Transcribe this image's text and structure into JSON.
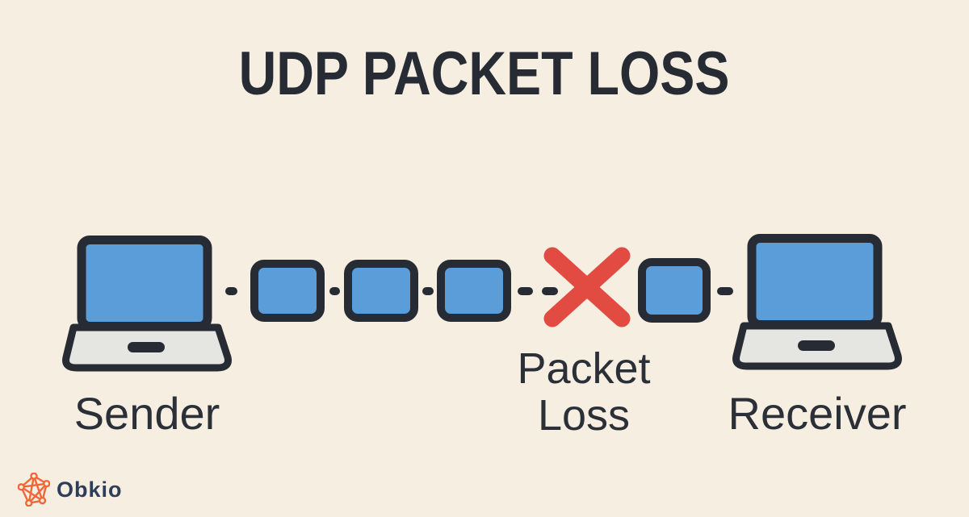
{
  "title": "UDP PACKET LOSS",
  "diagram": {
    "sender_label": "Sender",
    "receiver_label": "Receiver",
    "loss_label_line1": "Packet",
    "loss_label_line2": "Loss",
    "packets_delivered_count": 4,
    "packets_lost_count": 1,
    "icons": [
      "sender-laptop-icon",
      "packet-icon",
      "link-dash",
      "packet-loss-x-icon",
      "receiver-laptop-icon"
    ]
  },
  "branding": {
    "logo_text": "Obkio",
    "logo_icon": "network-mesh-icon"
  },
  "colors": {
    "background": "#f6eee0",
    "ink": "#272b33",
    "label_ink": "#2b3038",
    "packet_blue": "#5b9dd8",
    "laptop_gray": "#e5e6e2",
    "loss_red": "#e24b42",
    "brand_orange": "#f0683a",
    "brand_navy": "#2e3d59"
  }
}
